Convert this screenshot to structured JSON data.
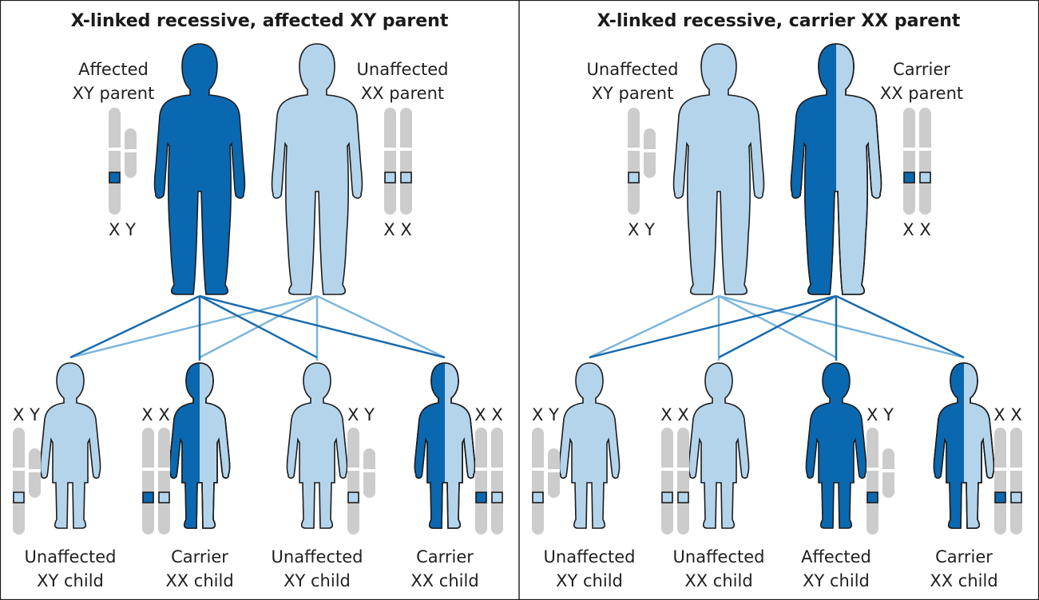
{
  "colors": {
    "affected": "#0a68b0",
    "unaffected": "#b4d4ec",
    "chromosome": "#cccccc",
    "line_affected": "#1a6aac",
    "line_unaffected": "#7eb6dc"
  },
  "panels": [
    {
      "title": "X-linked recessive, affected XY parent",
      "parents": [
        {
          "label_lines": [
            "Affected",
            "XY parent"
          ],
          "chromosome_label": "X Y",
          "figure": "affected",
          "chromosomes": [
            "XY",
            "affected",
            "none"
          ]
        },
        {
          "label_lines": [
            "Unaffected",
            "XX parent"
          ],
          "chromosome_label": "X X",
          "figure": "unaffected",
          "chromosomes": [
            "XX",
            "unaffected",
            "unaffected"
          ]
        }
      ],
      "children": [
        {
          "label_lines": [
            "Unaffected",
            "XY child"
          ],
          "chromosome_label": "X Y",
          "figure": "unaffected",
          "chromosomes": [
            "XY",
            "unaffected",
            "none"
          ]
        },
        {
          "label_lines": [
            "Carrier",
            "XX child"
          ],
          "chromosome_label": "X X",
          "figure": "carrier",
          "chromosomes": [
            "XX",
            "affected",
            "unaffected"
          ]
        },
        {
          "label_lines": [
            "Unaffected",
            "XY child"
          ],
          "chromosome_label": "X Y",
          "figure": "unaffected",
          "chromosomes": [
            "XY",
            "unaffected",
            "none"
          ]
        },
        {
          "label_lines": [
            "Carrier",
            "XX child"
          ],
          "chromosome_label": "X X",
          "figure": "carrier",
          "chromosomes": [
            "XX",
            "affected",
            "unaffected"
          ]
        }
      ]
    },
    {
      "title": "X-linked recessive, carrier XX parent",
      "parents": [
        {
          "label_lines": [
            "Unaffected",
            "XY parent"
          ],
          "chromosome_label": "X Y",
          "figure": "unaffected",
          "chromosomes": [
            "XY",
            "unaffected",
            "none"
          ]
        },
        {
          "label_lines": [
            "Carrier",
            "XX parent"
          ],
          "chromosome_label": "X X",
          "figure": "carrier",
          "chromosomes": [
            "XX",
            "affected",
            "unaffected"
          ]
        }
      ],
      "children": [
        {
          "label_lines": [
            "Unaffected",
            "XY child"
          ],
          "chromosome_label": "X Y",
          "figure": "unaffected",
          "chromosomes": [
            "XY",
            "unaffected",
            "none"
          ]
        },
        {
          "label_lines": [
            "Unaffected",
            "XX child"
          ],
          "chromosome_label": "X X",
          "figure": "unaffected",
          "chromosomes": [
            "XX",
            "unaffected",
            "unaffected"
          ]
        },
        {
          "label_lines": [
            "Affected",
            "XY child"
          ],
          "chromosome_label": "X Y",
          "figure": "affected",
          "chromosomes": [
            "XY",
            "affected",
            "none"
          ]
        },
        {
          "label_lines": [
            "Carrier",
            "XX child"
          ],
          "chromosome_label": "X X",
          "figure": "carrier",
          "chromosomes": [
            "XX",
            "affected",
            "unaffected"
          ]
        }
      ]
    }
  ]
}
